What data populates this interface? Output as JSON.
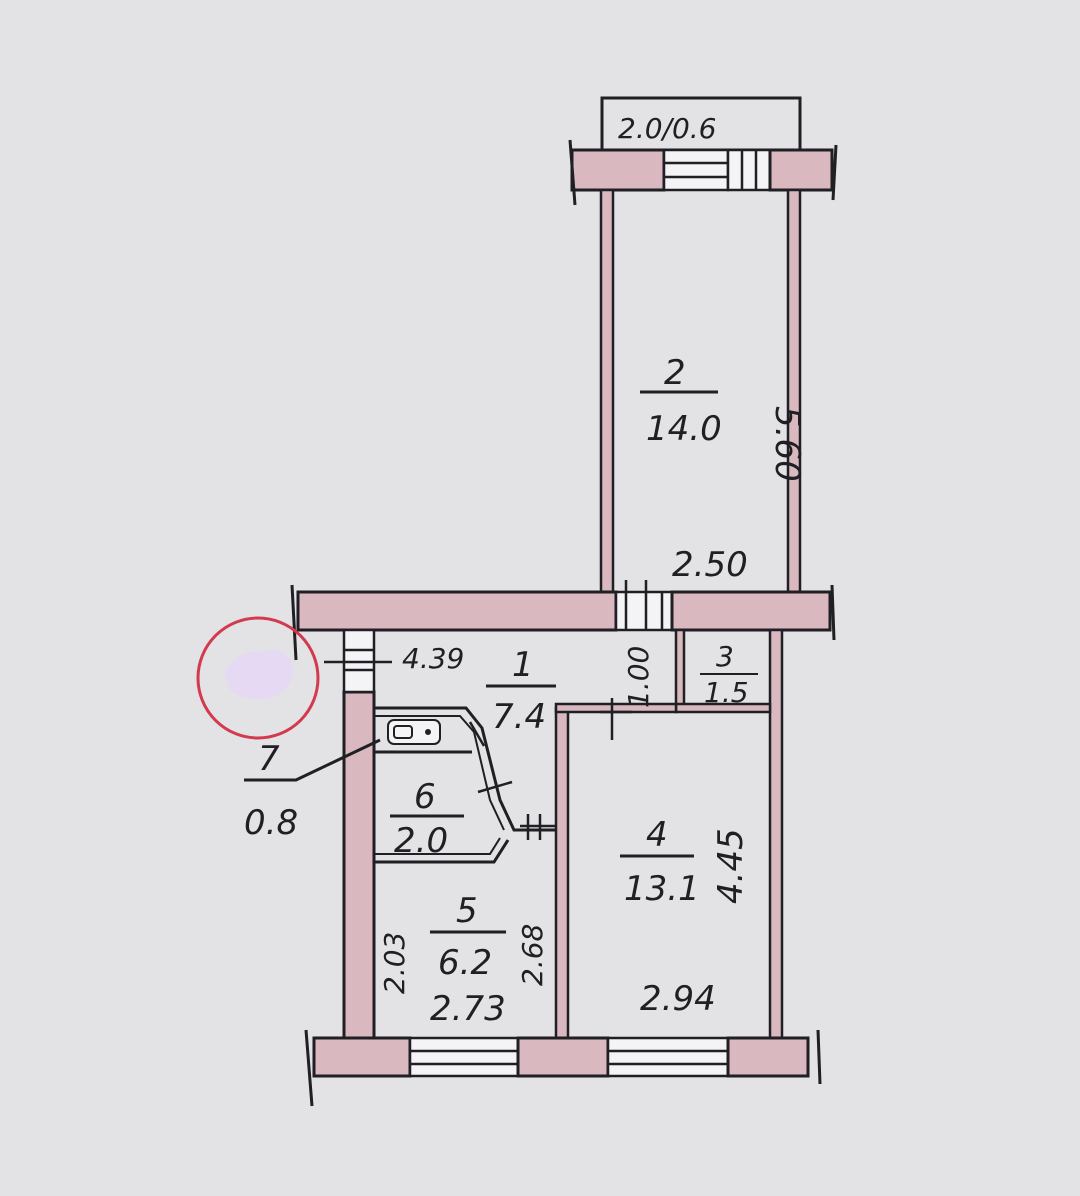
{
  "balcony": {
    "dimension": "2.0/0.6"
  },
  "rooms": [
    {
      "number": "1",
      "area": "7.4"
    },
    {
      "number": "2",
      "area": "14.0"
    },
    {
      "number": "3",
      "area": "1.5"
    },
    {
      "number": "4",
      "area": "13.1"
    },
    {
      "number": "5",
      "area": "6.2"
    },
    {
      "number": "6",
      "area": "2.0"
    },
    {
      "number": "7",
      "area": "0.8"
    }
  ],
  "dimensions": {
    "room2_length": "5.60",
    "room2_width": "2.50",
    "hall_length": "4.39",
    "hall_width": "1.00",
    "room4_length": "4.45",
    "room4_width": "2.94",
    "room5_left": "2.03",
    "room5_right": "2.68",
    "room5_width": "2.73"
  },
  "colors": {
    "wall_fill": "#d9b8c0",
    "ink": "#1f1f24",
    "marker_circle": "#d23a4e"
  }
}
